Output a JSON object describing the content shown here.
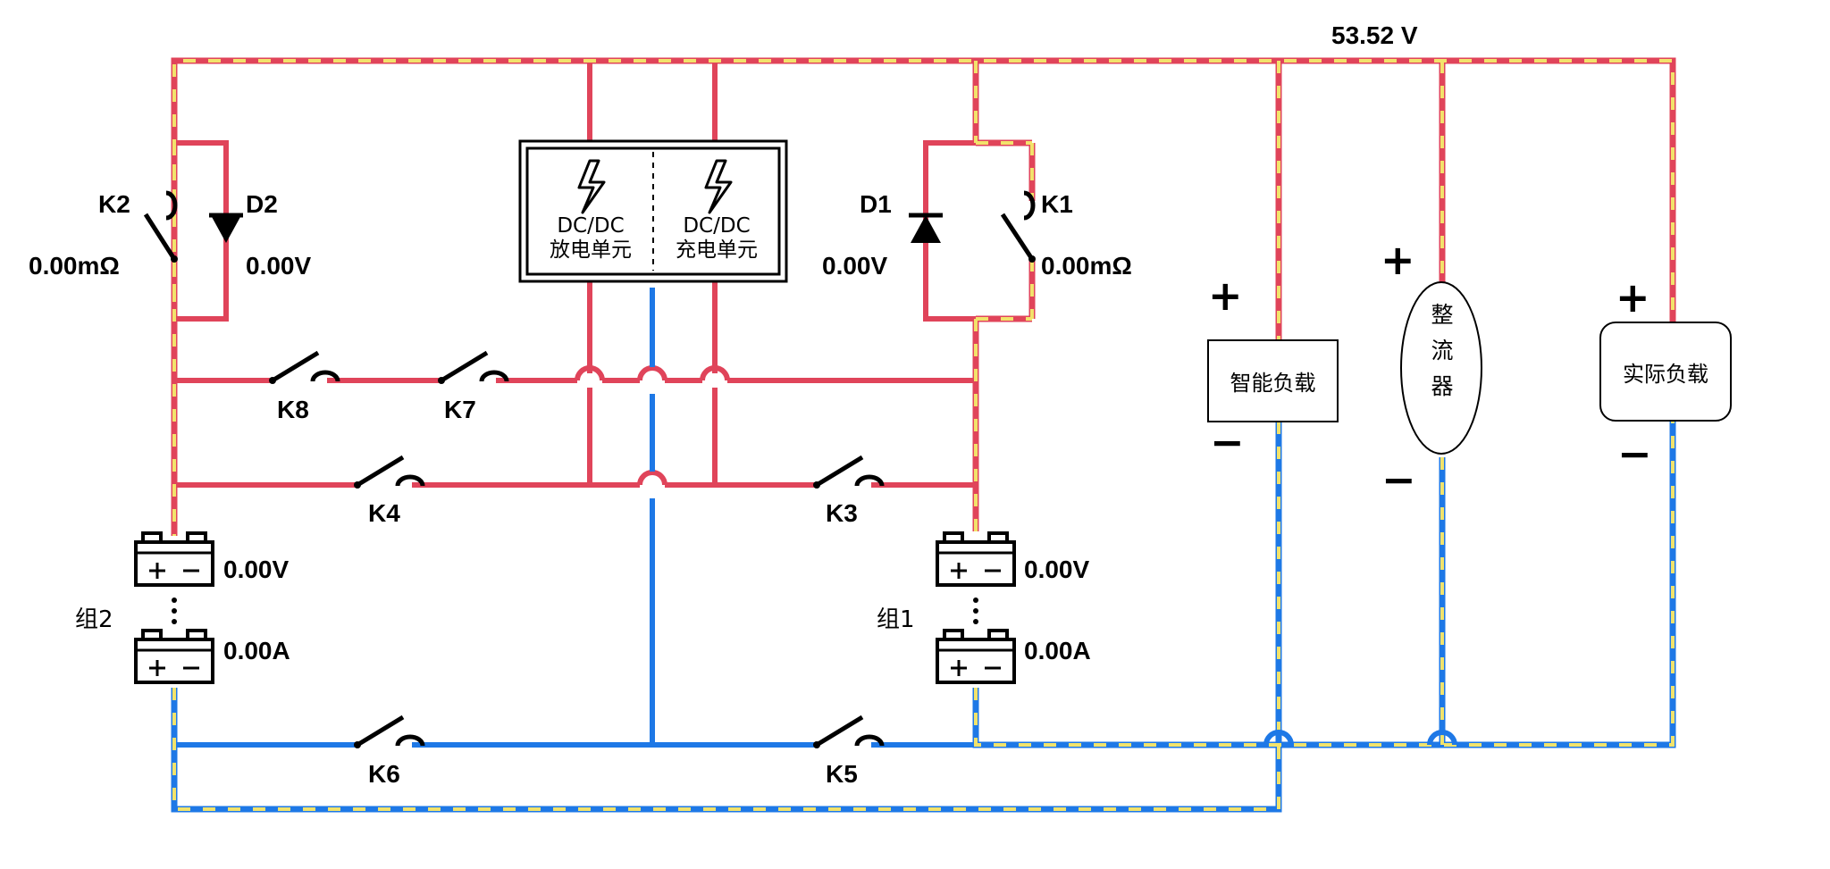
{
  "bus_voltage": "53.52 V",
  "switches": {
    "k1": "K1",
    "k2": "K2",
    "k3": "K3",
    "k4": "K4",
    "k5": "K5",
    "k6": "K6",
    "k7": "K7",
    "k8": "K8"
  },
  "diodes": {
    "d1": "D1",
    "d2": "D2"
  },
  "readings": {
    "k2_resistance": "0.00mΩ",
    "d2_voltage": "0.00V",
    "d1_voltage": "0.00V",
    "k1_resistance": "0.00mΩ",
    "group2_voltage": "0.00V",
    "group2_current": "0.00A",
    "group1_voltage": "0.00V",
    "group1_current": "0.00A"
  },
  "groups": {
    "group1": "组1",
    "group2": "组2"
  },
  "dcdc": {
    "discharge_line1": "DC/DC",
    "discharge_line2": "放电单元",
    "charge_line1": "DC/DC",
    "charge_line2": "充电单元"
  },
  "loads": {
    "smart_load": "智能负载",
    "rectifier": [
      "整",
      "流",
      "器"
    ],
    "actual_load": "实际负载"
  },
  "polarity": {
    "plus": "+",
    "minus": "−"
  },
  "colors": {
    "positive_wire": "#e0445a",
    "negative_wire": "#1e78e6",
    "active_dash": "#f2e36b"
  }
}
